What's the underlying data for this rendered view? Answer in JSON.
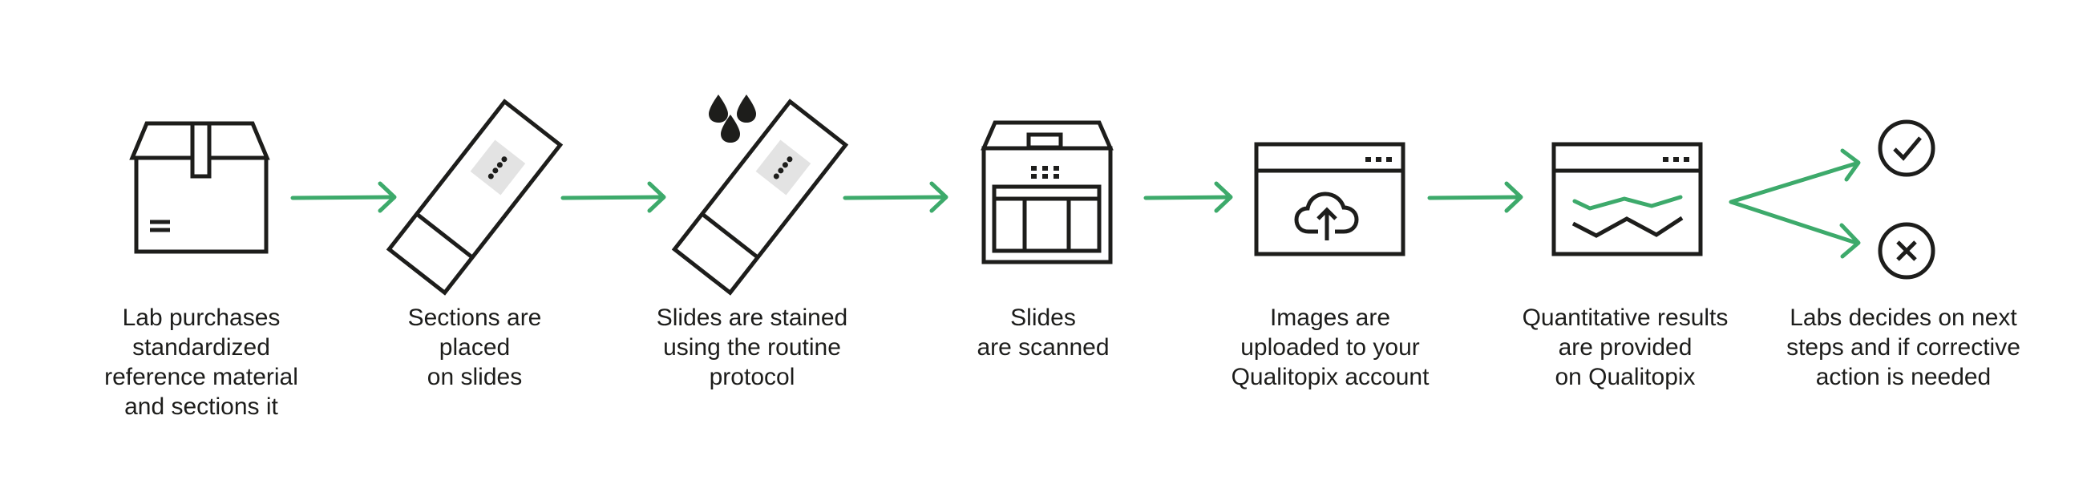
{
  "steps": [
    {
      "icon": "box-icon",
      "lines": [
        "Lab purchases",
        "standardized",
        "reference material",
        "and sections it"
      ]
    },
    {
      "icon": "slide-icon",
      "lines": [
        "Sections are",
        "placed",
        "on slides"
      ]
    },
    {
      "icon": "stained-slide-icon",
      "lines": [
        "Slides are stained",
        "using the routine",
        "protocol"
      ]
    },
    {
      "icon": "scanner-icon",
      "lines": [
        "Slides",
        "are scanned"
      ]
    },
    {
      "icon": "cloud-upload-window-icon",
      "lines": [
        "Images are",
        "uploaded to your",
        "Qualitopix account"
      ]
    },
    {
      "icon": "results-window-icon",
      "lines": [
        "Quantitative results",
        "are provided",
        "on Qualitopix"
      ]
    },
    {
      "icon": "check-and-cross-icon",
      "lines": [
        "Labs decides on next",
        "steps and if corrective",
        "action is needed"
      ]
    }
  ],
  "colors": {
    "accent": "#3daa6b",
    "stroke": "#1d1d1b",
    "slide_label": "#e3e3e3"
  }
}
